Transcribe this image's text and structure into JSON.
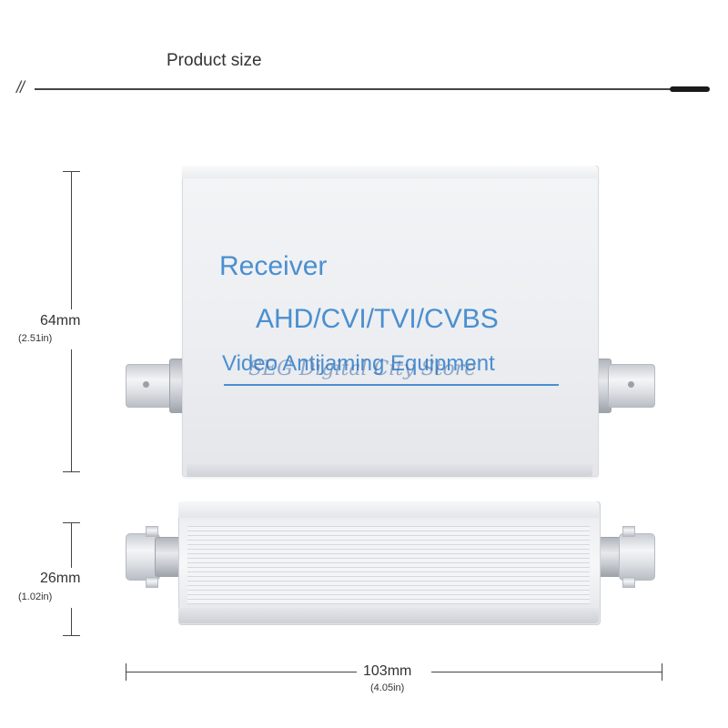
{
  "header": {
    "slashes": "//",
    "title": "Product size"
  },
  "dimensions": {
    "height": {
      "mm": "64mm",
      "in": "(2.51in)"
    },
    "thickness": {
      "mm": "26mm",
      "in": "(1.02in)"
    },
    "length": {
      "mm": "103mm",
      "in": "(4.05in)"
    }
  },
  "product": {
    "label_1": "Receiver",
    "label_2": "AHD/CVI/TVI/CVBS",
    "label_3": "Video Antijaming Equipment",
    "watermark": "SEG Digital City Store"
  },
  "colors": {
    "label_blue": "#4a8fd0",
    "aluminum": "#eceef1"
  }
}
